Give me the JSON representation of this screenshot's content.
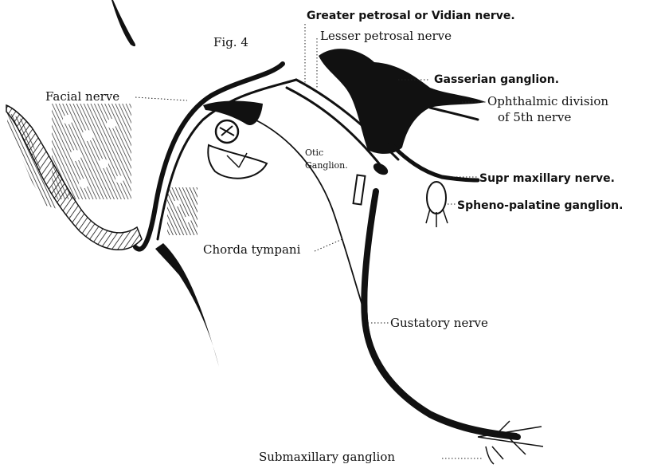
{
  "figure": {
    "title": "Fig. 4",
    "labels": {
      "greater_petrosal": "Greater petrosal or Vidian nerve.",
      "lesser_petrosal": "Lesser petrosal nerve",
      "gasserian": "Gasserian ganglion.",
      "ophthalmic_1": "Ophthalmic division",
      "ophthalmic_2": "of 5th nerve",
      "facial": "Facial nerve",
      "otic_1": "Otic",
      "otic_2": "Ganglion.",
      "sup_maxillary": "Supr maxillary nerve.",
      "spheno_palatine": "Spheno-palatine ganglion.",
      "chorda_tympani": "Chorda tympani",
      "gustatory": "Gustatory nerve",
      "submaxillary": "Submaxillary ganglion"
    }
  }
}
